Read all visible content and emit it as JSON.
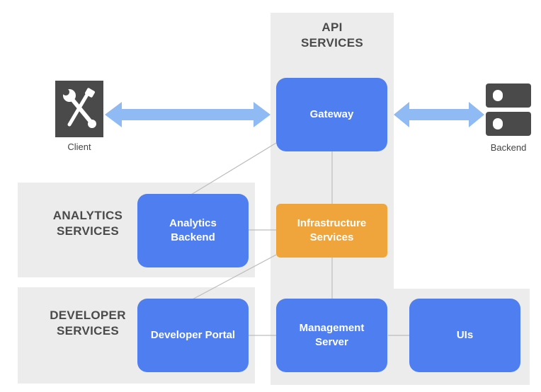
{
  "sections": {
    "api": [
      "API",
      "SERVICES"
    ],
    "analytics": [
      "ANALYTICS",
      "SERVICES"
    ],
    "developer": [
      "DEVELOPER",
      "SERVICES"
    ]
  },
  "nodes": {
    "gateway": [
      "Gateway"
    ],
    "infrastructure": [
      "Infrastructure",
      "Services"
    ],
    "management": [
      "Management",
      "Server"
    ],
    "analytics_backend": [
      "Analytics",
      "Backend"
    ],
    "developer_portal": [
      "Developer Portal"
    ],
    "uis": [
      "UIs"
    ]
  },
  "endpoints": {
    "client": "Client",
    "backend": "Backend"
  },
  "icons": {
    "client": "tools-icon",
    "backend": "server-stack-icon"
  },
  "colors": {
    "node_blue": "#4f7ef0",
    "node_orange": "#f0a53c",
    "panel_gray": "#ececec",
    "arrow_blue": "#8fbaf3",
    "icon_dark": "#4a4a4a"
  }
}
